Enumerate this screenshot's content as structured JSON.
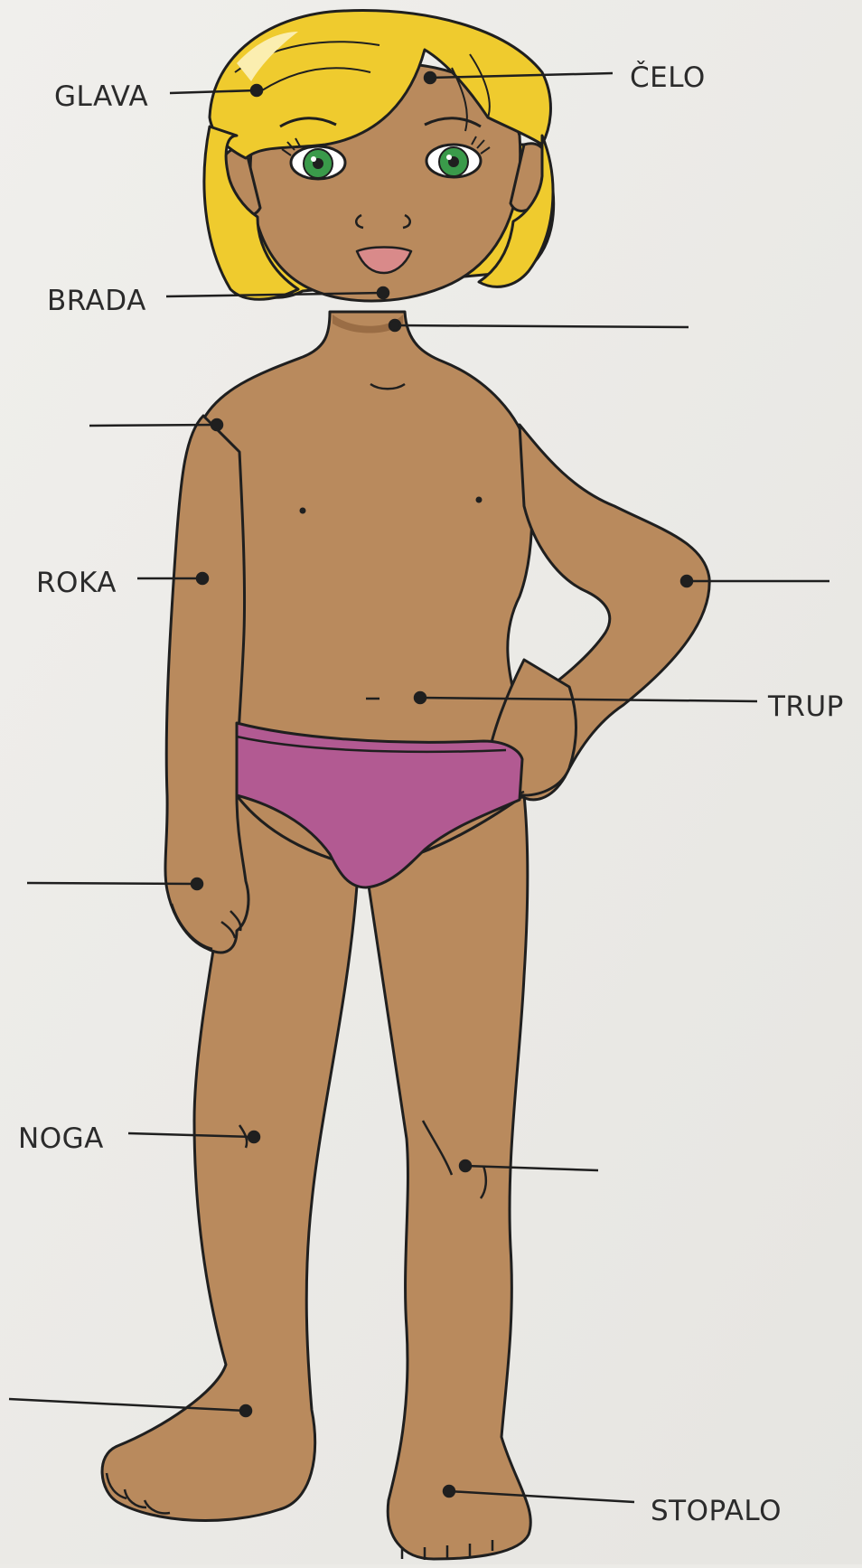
{
  "labels": {
    "glava": "GLAVA",
    "celo": "ČELO",
    "brada": "BRADA",
    "roka": "ROKA",
    "trup": "TRUP",
    "noga": "NOGA",
    "stopalo": "STOPALO"
  },
  "colors": {
    "paper": "#ecebe7",
    "skin": "#b98a5d",
    "skin_shadow": "#9a6d45",
    "hair": "#efcb2e",
    "underwear": "#b25a92",
    "eyes": "#3a9a4a",
    "outline": "#1f1f1f"
  }
}
